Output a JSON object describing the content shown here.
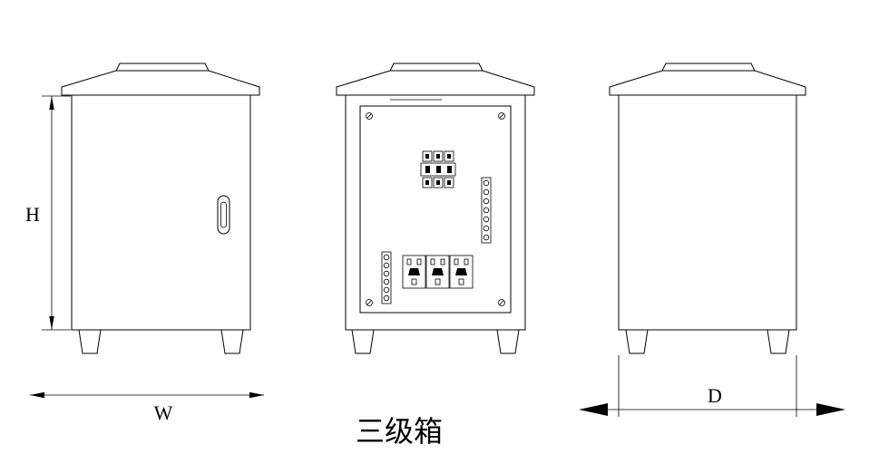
{
  "caption": "三级箱",
  "dimensions": {
    "height_label": "H",
    "width_label": "W",
    "depth_label": "D"
  },
  "colors": {
    "line": "#000000",
    "background": "#ffffff"
  }
}
